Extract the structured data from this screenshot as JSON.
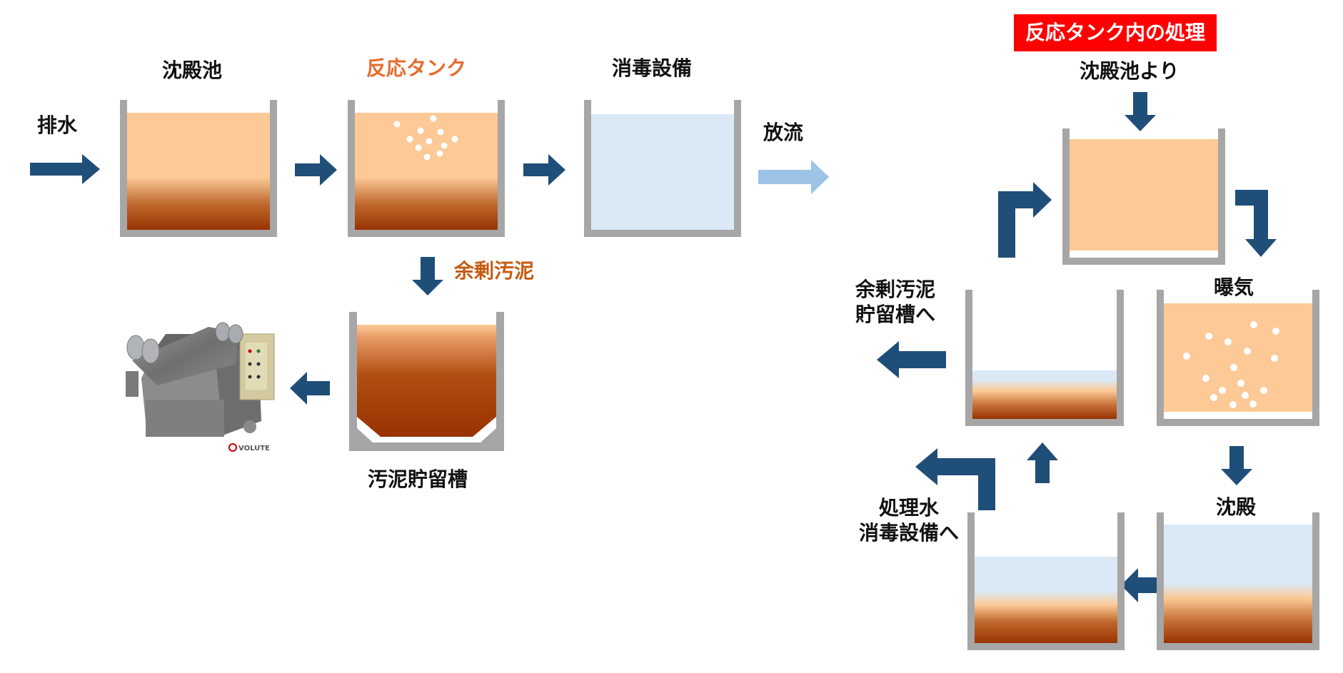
{
  "left_flow": {
    "influent_label": "排水",
    "settling_tank_label": "沈殿池",
    "reaction_tank_label": "反応タンク",
    "disinfection_label": "消毒設備",
    "discharge_label": "放流",
    "excess_sludge_label": "余剰汚泥",
    "sludge_storage_label": "汚泥貯留槽",
    "dewatering_brand": "VOLUTE"
  },
  "reaction_cycle": {
    "title_badge": "反応タンク内の処理",
    "from_settling_label": "沈殿池より",
    "aeration_label": "曝気",
    "settling_label": "沈殿",
    "treated_water_label_line1": "処理水",
    "treated_water_label_line2": "消毒設備へ",
    "excess_sludge_label_line1": "余剰汚泥",
    "excess_sludge_label_line2": "貯留槽へ"
  },
  "colors": {
    "tank_wall": "#a6a6a6",
    "water_orange": "#fcc997",
    "sludge_brown": "#983200",
    "clear_water": "#dbe9f6",
    "arrow_navy": "#1f4e79",
    "arrow_light_blue": "#9dc3e6",
    "badge_red": "#ff0000"
  }
}
